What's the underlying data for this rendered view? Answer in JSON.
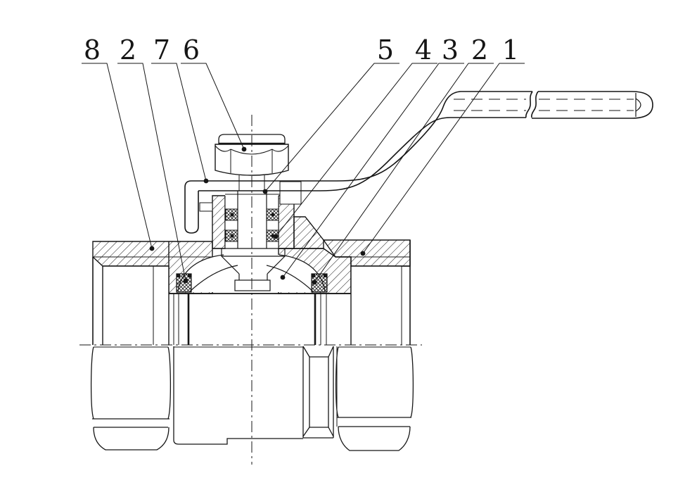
{
  "drawing": {
    "title": "Ball valve sectional assembly drawing",
    "style": {
      "background": "#ffffff",
      "line_color": "#161616"
    },
    "callouts": [
      {
        "label": "8",
        "points_to": "left-end-cap"
      },
      {
        "label": "2",
        "points_to": "left-seat-seal"
      },
      {
        "label": "7",
        "points_to": "handle-plate"
      },
      {
        "label": "6",
        "points_to": "stem-nut"
      },
      {
        "label": "5",
        "points_to": "stem"
      },
      {
        "label": "4",
        "points_to": "stem-packing"
      },
      {
        "label": "3",
        "points_to": "ball"
      },
      {
        "label": "2",
        "points_to": "right-seat-seal"
      },
      {
        "label": "1",
        "points_to": "valve-body"
      }
    ]
  }
}
